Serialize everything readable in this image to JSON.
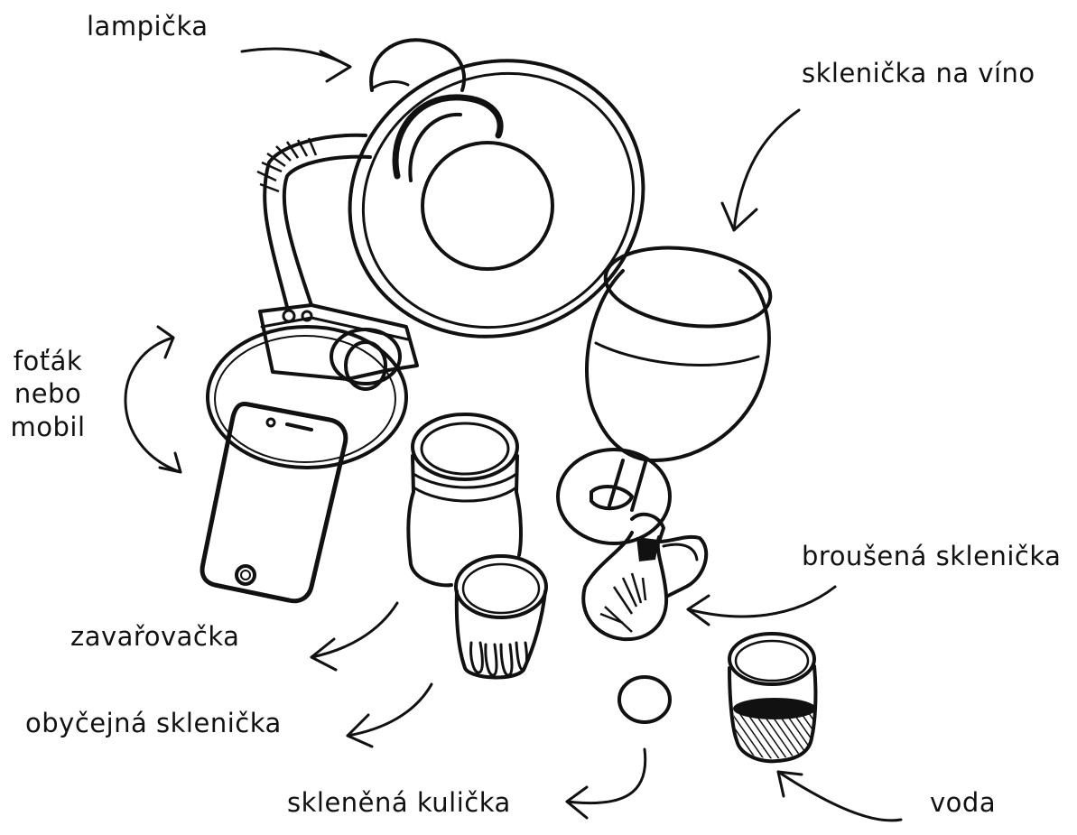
{
  "labels": {
    "lamp": "lampička",
    "wine_glass": "sklenička na víno",
    "camera_line1": "foťák",
    "camera_line2": "nebo",
    "camera_line3": "mobil",
    "jar": "zavařovačka",
    "cut_glass": "broušená sklenička",
    "plain_glass": "obyčejná sklenička",
    "glass_ball": "skleněná kulička",
    "water": "voda"
  },
  "colors": {
    "ink": "#111111",
    "background": "#ffffff"
  }
}
